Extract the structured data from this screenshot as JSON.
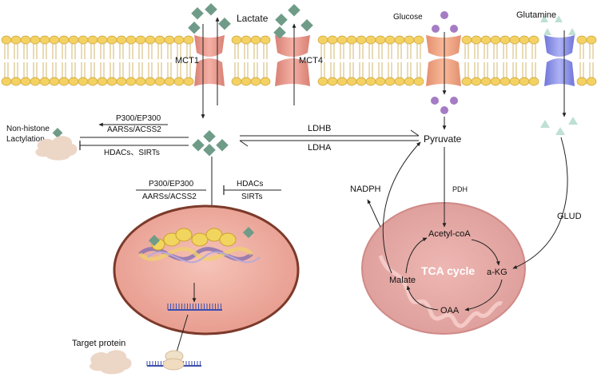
{
  "labels": {
    "lactate": "Lactate",
    "glucose": "Glucose",
    "glutamine": "Glutamine",
    "mct1": "MCT1",
    "mct4": "MCT4",
    "p300_top": "P300/EP300",
    "aarss_top": "AARSs/ACSS2",
    "hdacs_sirts_top": "HDACs、SIRTs",
    "non_histone_1": "Non-histone",
    "non_histone_2": "Lactylation",
    "ldhb": "LDHB",
    "ldha": "LDHA",
    "pyruvate": "Pyruvate",
    "p300_mid": "P300/EP300",
    "aarss_mid": "AARSs/ACSS2",
    "hdacs_mid": "HDACs",
    "sirts_mid": "SIRTs",
    "nadph": "NADPH",
    "pdh": "PDH",
    "glud": "GLUD",
    "acetyl_coa": "Acetyl-coA",
    "tca_cycle": "TCA cycle",
    "malate": "Malate",
    "akg": "a-KG",
    "oaa": "OAA",
    "target_protein": "Target protein"
  },
  "colors": {
    "lactate": "#6f9c88",
    "glucose": "#a57cc4",
    "glutamine": "#bfe0d4",
    "mct": "#e99a8e",
    "glut": "#f0a88a",
    "gln_transporter": "#8a90e6",
    "membrane_head": "#f4d163",
    "nucleus": "#f0b1a4",
    "mito": "#e6a6a2",
    "protein": "#ecd6c6"
  }
}
